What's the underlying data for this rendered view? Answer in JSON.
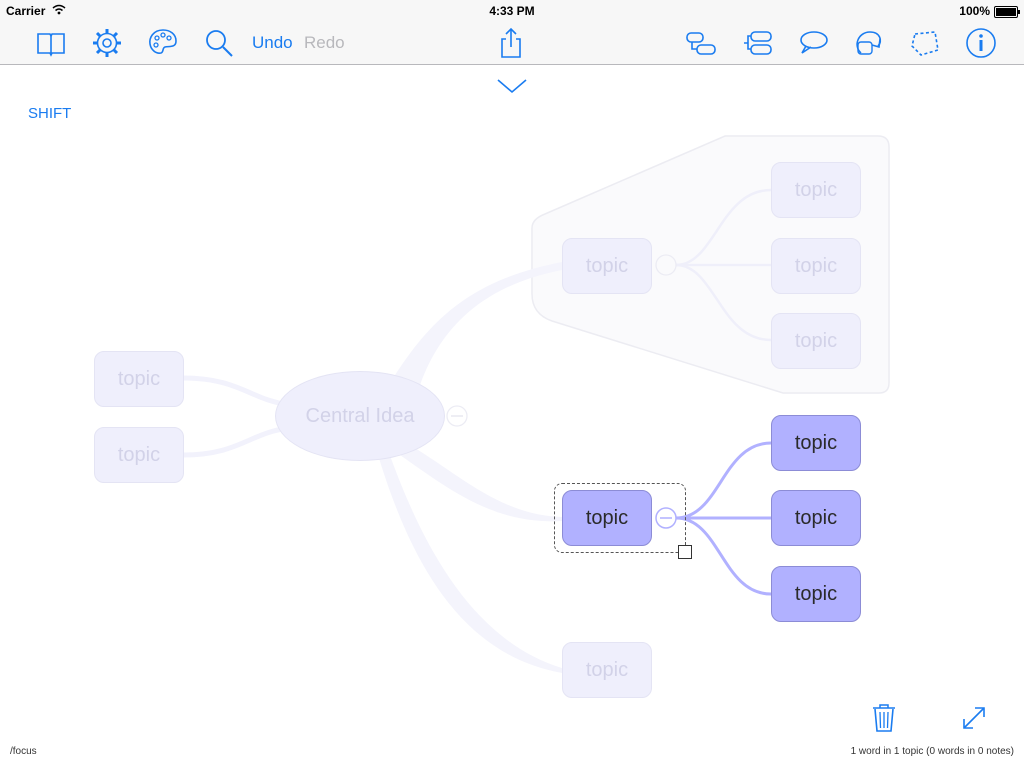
{
  "status_bar": {
    "carrier": "Carrier",
    "time": "4:33 PM",
    "battery": "100%"
  },
  "toolbar": {
    "undo_label": "Undo",
    "redo_label": "Redo",
    "icons": [
      "book-icon",
      "gear-icon",
      "palette-icon",
      "search-icon",
      "share-icon",
      "add-sibling-icon",
      "add-child-icon",
      "callout-icon",
      "relationship-icon",
      "boundary-icon",
      "info-icon"
    ]
  },
  "shift_label": "SHIFT",
  "map": {
    "central": "Central Idea",
    "topics": {
      "left_1": "topic",
      "left_2": "topic",
      "upper_main": "topic",
      "upper_child_1": "topic",
      "upper_child_2": "topic",
      "upper_child_3": "topic",
      "selected_main": "topic",
      "selected_child_1": "topic",
      "selected_child_2": "topic",
      "selected_child_3": "topic",
      "bottom": "topic"
    }
  },
  "footer": {
    "left": "/focus",
    "right": "1 word in 1 topic (0 words in 0 notes)"
  },
  "colors": {
    "accent": "#1a7cf0",
    "active_topic": "#b1b1ff",
    "faded_topic": "#efeffc"
  }
}
